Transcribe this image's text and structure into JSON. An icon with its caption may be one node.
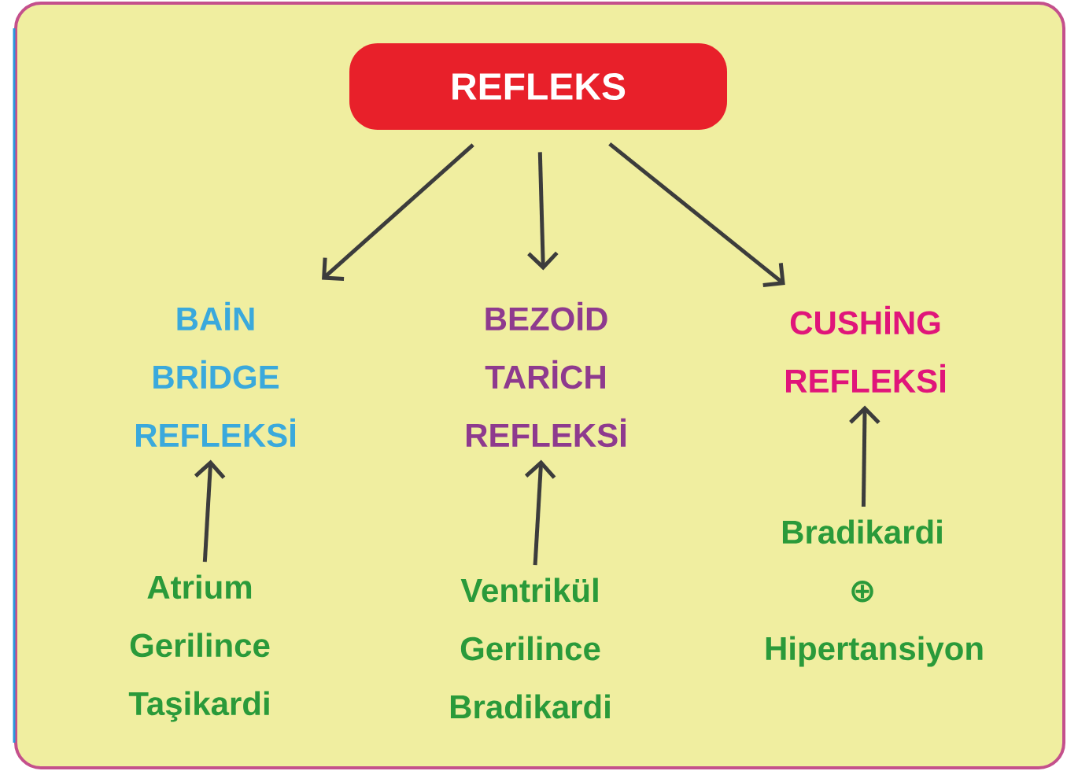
{
  "diagram": {
    "nodes": [
      {
        "text": [
          "REFLEKS"
        ]
      },
      {
        "text": [
          "BAİN BRİDGE REFLEKSİ"
        ]
      },
      {
        "text": [
          "BEZOİD TARİCH REFLEKSİ"
        ]
      },
      {
        "text": [
          "CUSHİNG REFLEKSİ"
        ]
      },
      {
        "text": [
          "Atrium Gerilince Taşikardi"
        ]
      },
      {
        "text": [
          "Ventrikül Gerilince Bradikardi"
        ]
      },
      {
        "text": [
          "Bradikardi ⊕ Hipertansiyon"
        ]
      }
    ],
    "edges": [
      {
        "from": 0,
        "to": 1,
        "arrow": "to"
      },
      {
        "from": 0,
        "to": 2,
        "arrow": "to"
      },
      {
        "from": 0,
        "to": 3,
        "arrow": "to"
      },
      {
        "from": 4,
        "to": 1,
        "arrow": "to"
      },
      {
        "from": 5,
        "to": 2,
        "arrow": "to"
      },
      {
        "from": 6,
        "to": 3,
        "arrow": "to"
      }
    ]
  }
}
